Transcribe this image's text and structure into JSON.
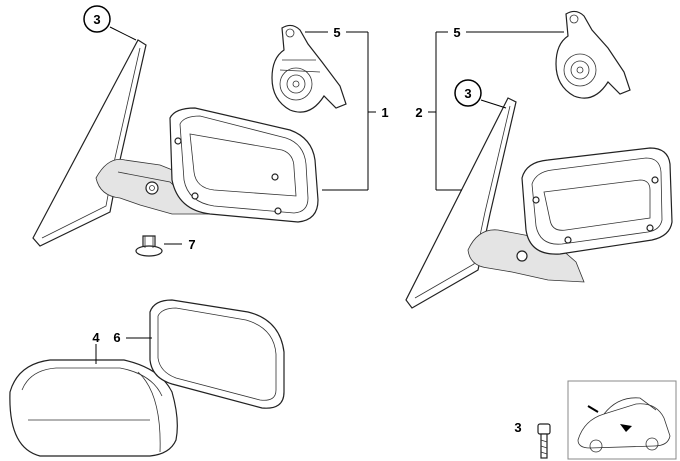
{
  "callouts": {
    "c3_left": "3",
    "c3_right": "3",
    "c5_left": "5",
    "c5_right": "5",
    "c1": "1",
    "c2": "2",
    "c7": "7",
    "c4": "4",
    "c6": "6",
    "c3_bottom": "3"
  }
}
